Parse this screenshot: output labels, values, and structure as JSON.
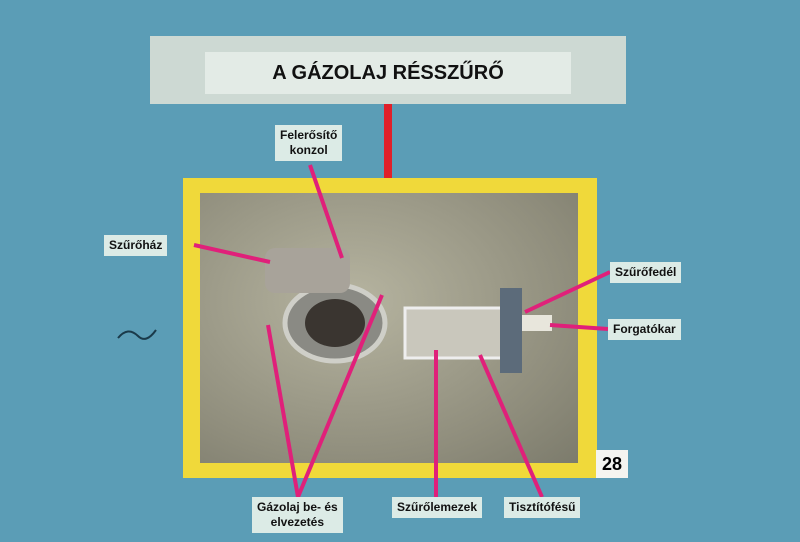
{
  "title": "A GÁZOLAJ RÉSSZŰRŐ",
  "slide_number": "28",
  "labels": {
    "bracket_line1": "Felerősítő",
    "bracket_line2": "konzol",
    "housing": "Szűrőház",
    "cover": "Szűrőfedél",
    "handle": "Forgatókar",
    "fuel_line1": "Gázolaj be- és",
    "fuel_line2": "elvezetés",
    "plates": "Szűrőlemezek",
    "comb": "Tisztítófésű"
  },
  "colors": {
    "background": "#5b9db6",
    "frame": "#f0d93a",
    "pointer": "#e0207a",
    "stem": "#e0202a"
  }
}
